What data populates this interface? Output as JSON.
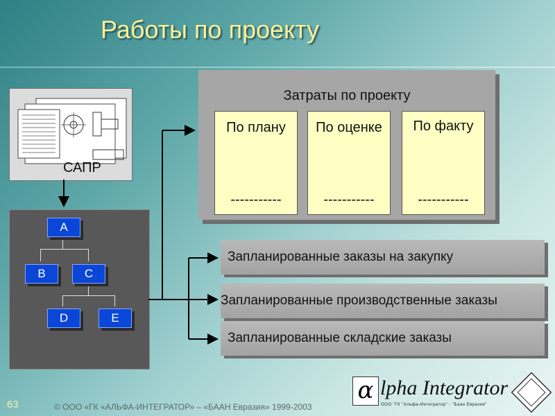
{
  "title": "Работы по проекту",
  "cad": {
    "label": "САПР"
  },
  "tree": {
    "nodes": {
      "a": "A",
      "b": "B",
      "c": "C",
      "d": "D",
      "e": "E"
    }
  },
  "costs": {
    "title": "Затраты по проекту",
    "cards": [
      {
        "label": "По плану",
        "value": "-----------"
      },
      {
        "label": "По оценке",
        "value": "-----------"
      },
      {
        "label": "По факту",
        "value": "-----------"
      }
    ]
  },
  "orders": [
    "Запланированные заказы на закупку",
    "Запланированные производственные заказы",
    "Запланированные складские заказы"
  ],
  "footer": {
    "page": "63",
    "copyright": "© ООО «ГК «АЛЬФА-ИНТЕГРАТОР» – «БААН Евразия» 1999-2003",
    "logo_symbol": "α",
    "logo_text": "lpha Integrator",
    "logo_sub": "ООО \"ГК \"Альфа-Интегратор\" - \"Баан Евразия\""
  },
  "colors": {
    "title": "#f6f19a",
    "node": "#0a46d8",
    "card": "#ffffc4"
  }
}
